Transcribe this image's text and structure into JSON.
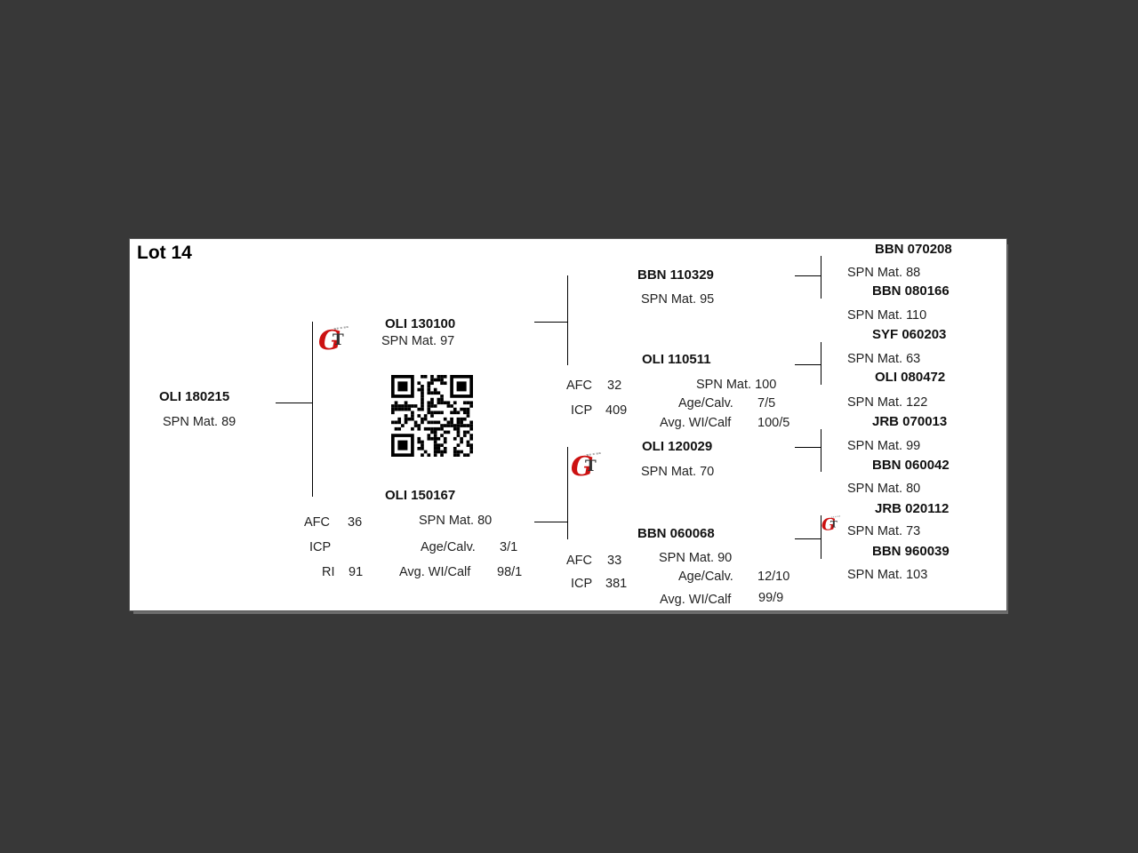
{
  "title": "Lot 14",
  "brand": {
    "g": "G",
    "t": "T"
  },
  "labels": {
    "afc": "AFC",
    "icp": "ICP",
    "ri": "RI",
    "age_calv": "Age/Calv.",
    "avg_wi_calf": "Avg. WI/Calf"
  },
  "subject": {
    "id": "OLI 180215",
    "spn": "SPN Mat. 89"
  },
  "sire": {
    "id": "OLI 130100",
    "spn": "SPN Mat. 97"
  },
  "dam": {
    "id": "OLI 150167",
    "spn": "SPN Mat. 80",
    "age_calv": "3/1",
    "avg_wi_calf": "98/1",
    "afc": "36",
    "icp": "",
    "ri": "91"
  },
  "sire_sire": {
    "id": "BBN 110329",
    "spn": "SPN Mat. 95"
  },
  "sire_dam": {
    "id": "OLI 110511",
    "spn": "SPN Mat. 100",
    "age_calv": "7/5",
    "avg_wi_calf": "100/5",
    "afc": "32",
    "icp": "409"
  },
  "dam_sire": {
    "id": "OLI 120029",
    "spn": "SPN Mat. 70"
  },
  "dam_dam": {
    "id": "BBN 060068",
    "spn": "SPN Mat. 90",
    "age_calv": "12/10",
    "avg_wi_calf": "99/9",
    "afc": "33",
    "icp": "381"
  },
  "gen4": [
    {
      "id": "BBN 070208",
      "spn": "SPN Mat. 88"
    },
    {
      "id": "BBN 080166",
      "spn": "SPN Mat. 110"
    },
    {
      "id": "SYF 060203",
      "spn": "SPN Mat. 63"
    },
    {
      "id": "OLI 080472",
      "spn": "SPN Mat. 122"
    },
    {
      "id": "JRB 070013",
      "spn": "SPN Mat. 99"
    },
    {
      "id": "BBN 060042",
      "spn": "SPN Mat. 80"
    },
    {
      "id": "JRB 020112",
      "spn": "SPN Mat. 73"
    },
    {
      "id": "BBN 960039",
      "spn": "SPN Mat. 103"
    }
  ],
  "colors": {
    "background": "#383838",
    "card": "#ffffff",
    "line": "#000000",
    "logo_red": "#cc1111"
  }
}
